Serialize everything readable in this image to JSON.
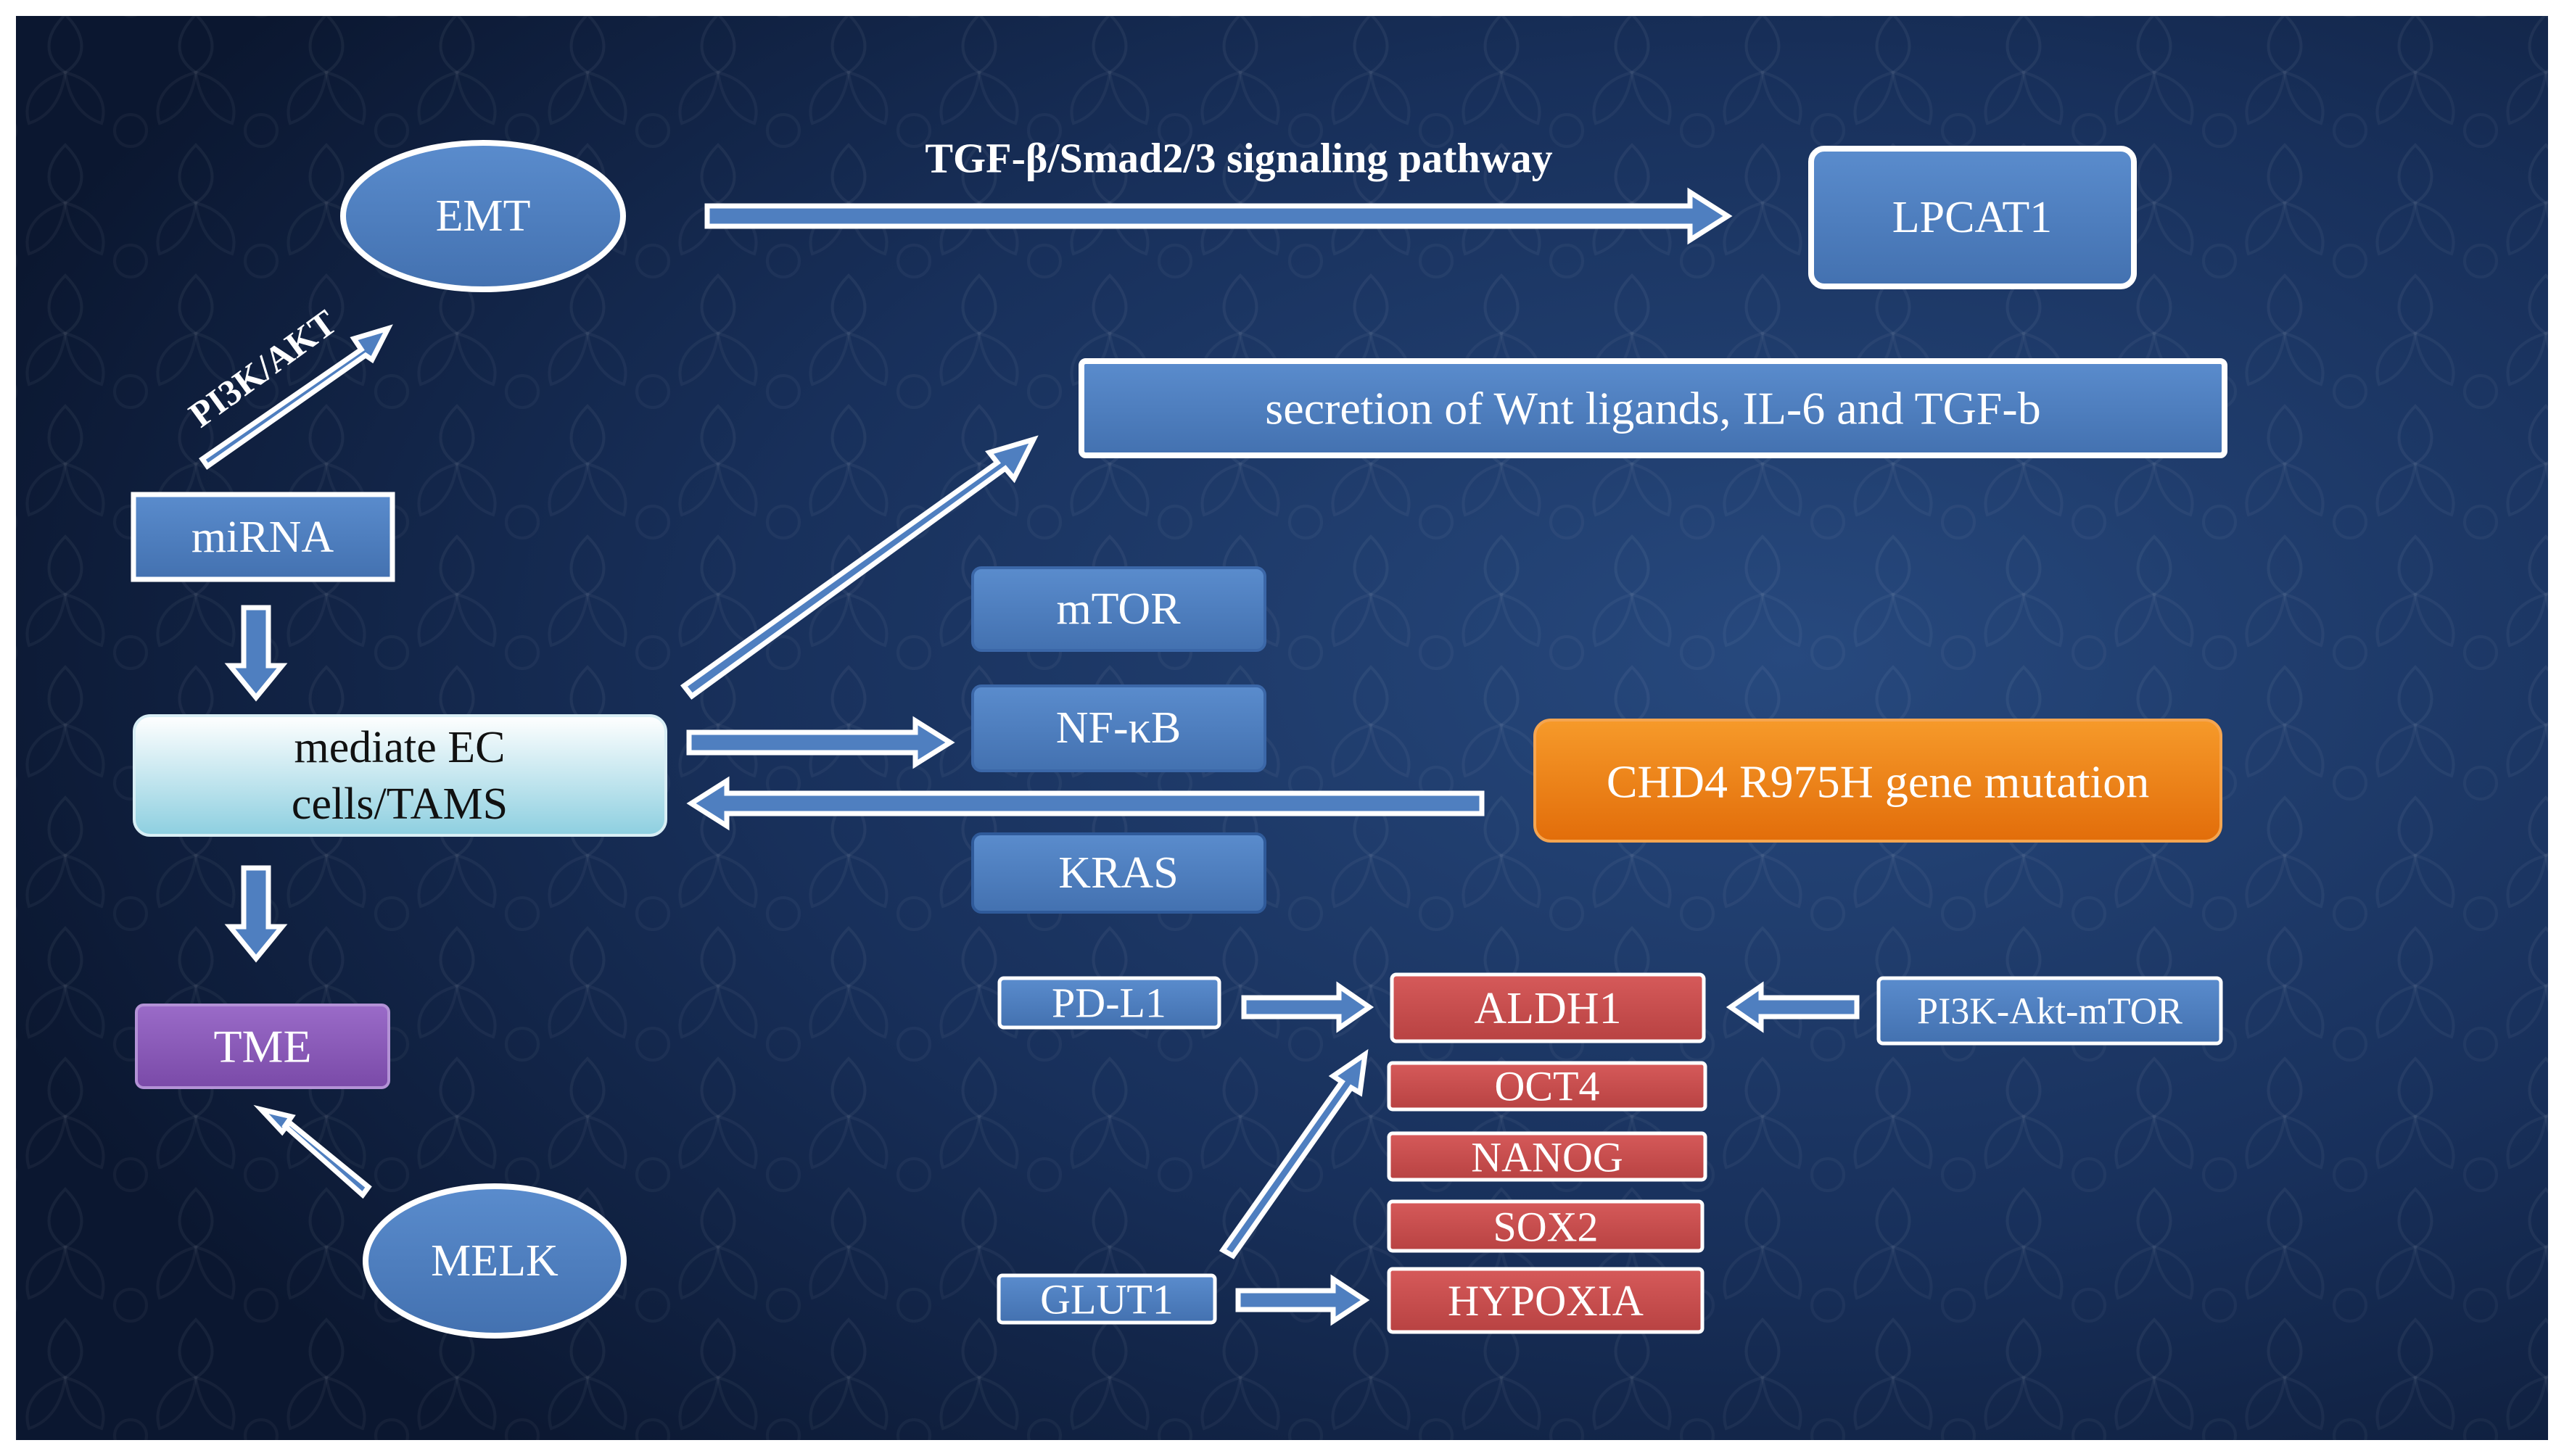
{
  "colors": {
    "background_dark": "#0c1a34",
    "background_mid": "#1a3462",
    "node_blue": "#4f7fc0",
    "node_blue_border": "#ffffff",
    "node_light_top": "#ffffff",
    "node_light_bottom": "#8dcfe0",
    "node_purple": "#8a5bb8",
    "node_orange": "#f07f16",
    "node_red": "#c74e4e",
    "arrow_fill": "#4f7fc0",
    "arrow_stroke": "#ffffff",
    "text_light": "#ffffff",
    "text_dark": "#111111"
  },
  "nodes": {
    "emt": "EMT",
    "lpcat1": "LPCAT1",
    "secretion": "secretion of Wnt ligands, IL-6 and TGF-b",
    "mirna": "miRNA",
    "mediate_line1": "mediate EC",
    "mediate_line2": "cells/TAMS",
    "tme": "TME",
    "melk": "MELK",
    "mtor": "mTOR",
    "nfkb": "NF-κB",
    "kras": "KRAS",
    "chd4": "CHD4 R975H gene mutation",
    "pdl1": "PD-L1",
    "aldh1": "ALDH1",
    "oct4": "OCT4",
    "nanog": "NANOG",
    "sox2": "SOX2",
    "hypoxia": "HYPOXIA",
    "glut1": "GLUT1",
    "pi3k_akt_mtor": "PI3K-Akt-mTOR"
  },
  "edge_labels": {
    "tgf_pathway": "TGF-β/Smad2/3 signaling pathway",
    "pi3k_akt": "PI3K/AKT"
  }
}
